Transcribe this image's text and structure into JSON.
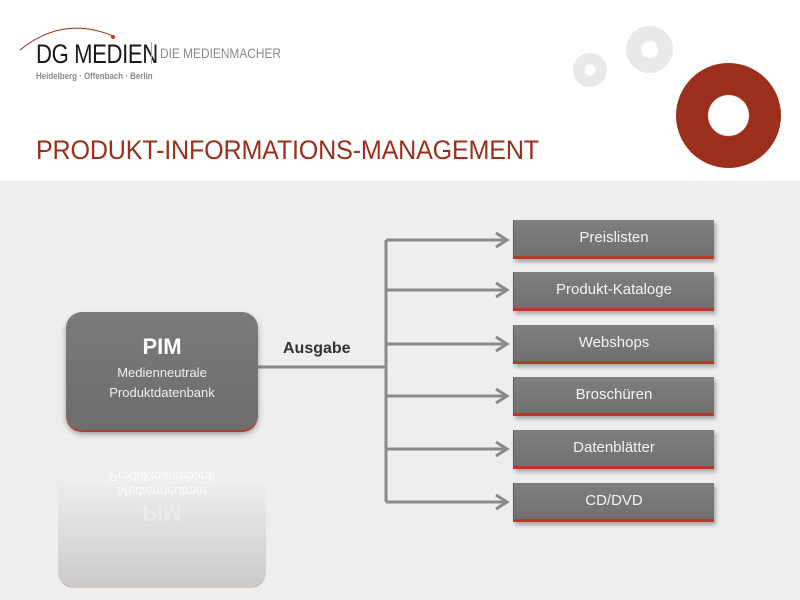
{
  "header": {
    "logo": {
      "name": "DG MEDIEN",
      "locations": "Heidelberg · Offenbach · Berlin",
      "slogan": "DIE MEDIENMACHER"
    },
    "title": "PRODUKT-INFORMATIONS-MANAGEMENT"
  },
  "colors": {
    "accent": "#9b2f1c",
    "box_gray": "#767676",
    "band": "#eeeeee",
    "connector": "#8a8a8a"
  },
  "diagram": {
    "source": {
      "title": "PIM",
      "line1": "Medienneutrale",
      "line2": "Produktdatenbank"
    },
    "connector_label": "Ausgabe",
    "outputs": [
      {
        "label": "Preislisten"
      },
      {
        "label": "Produkt-Kataloge"
      },
      {
        "label": "Webshops"
      },
      {
        "label": "Broschüren"
      },
      {
        "label": "Datenblätter"
      },
      {
        "label": "CD/DVD"
      }
    ]
  }
}
